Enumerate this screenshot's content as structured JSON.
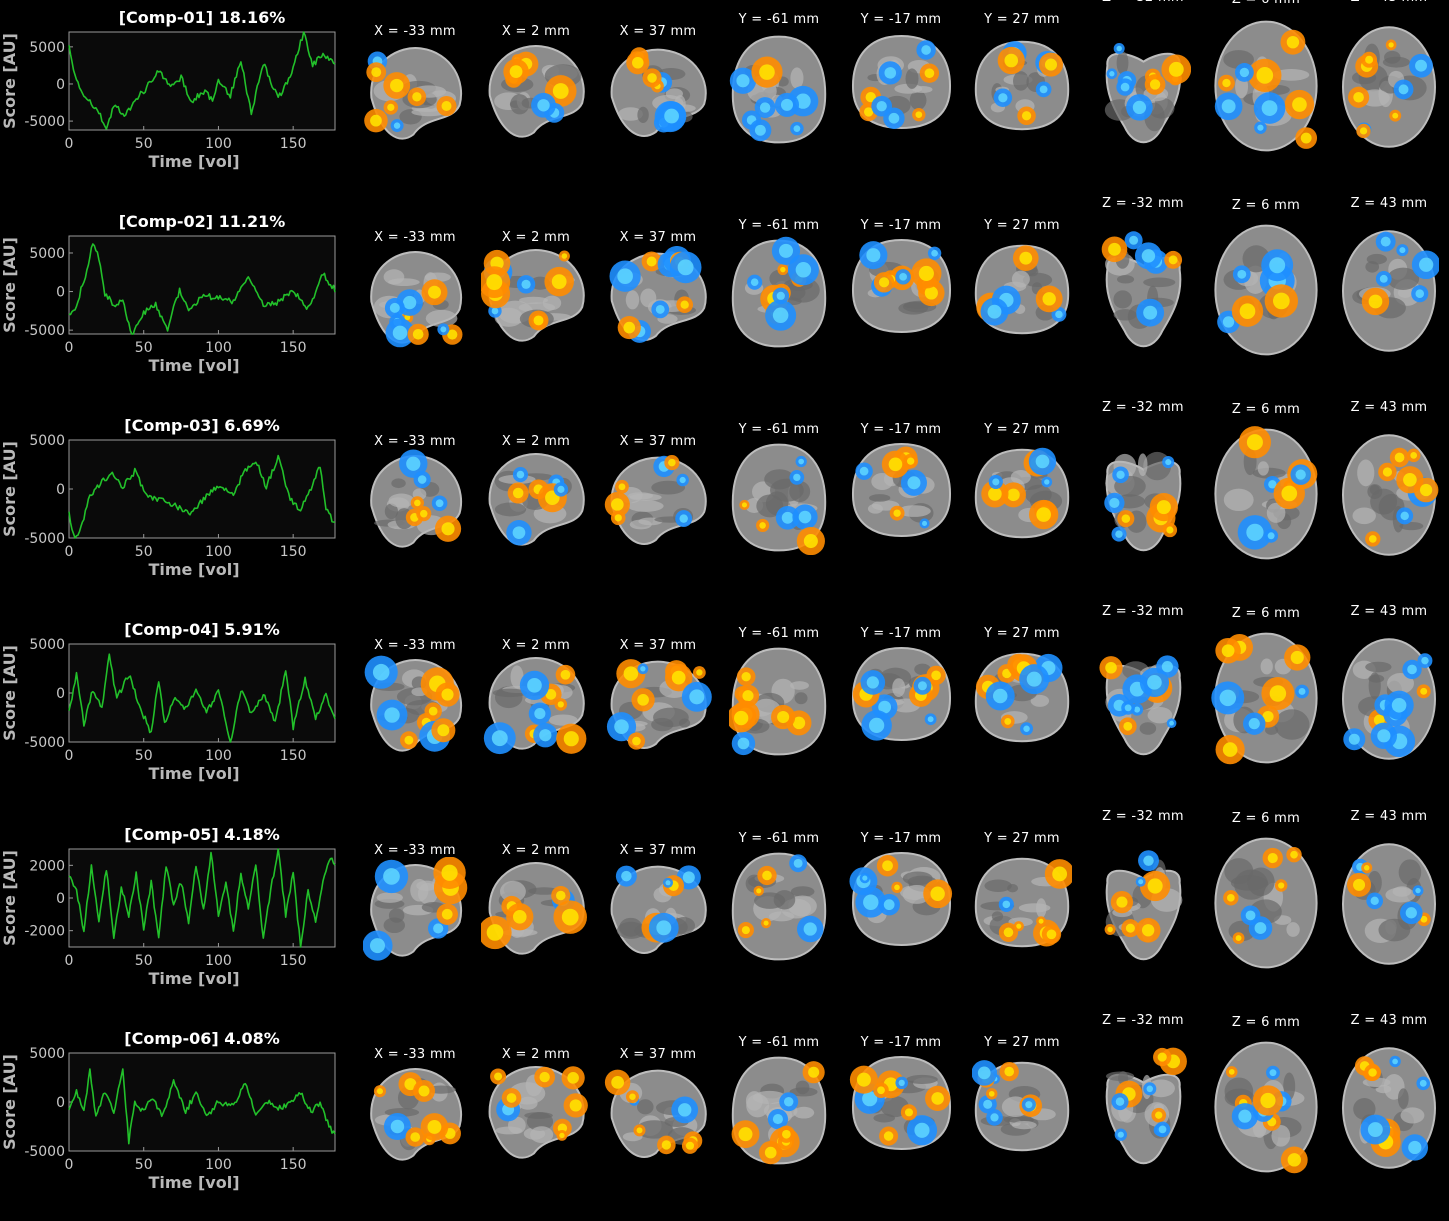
{
  "figure": {
    "ylabel": "Score [AU]",
    "xlabel": "Time [vol]",
    "slice_labels": [
      "X = -33 mm",
      "X = 2 mm",
      "X = 37 mm",
      "Y = -61 mm",
      "Y = -17 mm",
      "Y = 27 mm",
      "Z = -32 mm",
      "Z = 6 mm",
      "Z = 43 mm"
    ],
    "line_color": "#22c02a",
    "pos_color": "#ff8c00",
    "neg_color": "#1e8fff"
  },
  "chart_data": [
    {
      "type": "line",
      "title": "[Comp-01] 18.16%",
      "xlabel": "Time [vol]",
      "ylabel": "Score [AU]",
      "xlim": [
        0,
        178
      ],
      "ylim": [
        -6200,
        7000
      ],
      "xticks": [
        0,
        50,
        100,
        150
      ],
      "yticks": [
        5000,
        0,
        -5000
      ],
      "ytick_labels": [
        "5000",
        "0",
        "-5000"
      ],
      "x_key": [
        0,
        3,
        8,
        15,
        20,
        25,
        30,
        38,
        45,
        52,
        60,
        68,
        75,
        82,
        90,
        96,
        100,
        108,
        115,
        122,
        130,
        140,
        150,
        157,
        163,
        170,
        178
      ],
      "y": [
        5500,
        1500,
        -1200,
        -2500,
        -4000,
        -5800,
        -3000,
        -4200,
        -2000,
        -500,
        2000,
        -500,
        900,
        -2400,
        -1000,
        -2000,
        500,
        -1500,
        3200,
        -4000,
        2800,
        -2000,
        2000,
        7000,
        2600,
        4000,
        2500
      ]
    },
    {
      "type": "line",
      "title": "[Comp-02] 11.21%",
      "xlabel": "Time [vol]",
      "ylabel": "Score [AU]",
      "xlim": [
        0,
        178
      ],
      "ylim": [
        -5500,
        7200
      ],
      "xticks": [
        0,
        50,
        100,
        150
      ],
      "yticks": [
        5000,
        0,
        -5000
      ],
      "ytick_labels": [
        "5000",
        "0",
        "-5000"
      ],
      "x_key": [
        0,
        4,
        8,
        12,
        16,
        20,
        24,
        30,
        36,
        42,
        50,
        58,
        66,
        74,
        80,
        90,
        100,
        110,
        120,
        125,
        130,
        140,
        150,
        160,
        170,
        178
      ],
      "y": [
        -2500,
        -1800,
        1000,
        3500,
        7000,
        5000,
        500,
        -1000,
        -500,
        -5200,
        -2000,
        -1000,
        -4000,
        1000,
        -1500,
        200,
        0,
        -500,
        3000,
        1000,
        -1000,
        -600,
        1000,
        -1500,
        3000,
        1000
      ]
    },
    {
      "type": "line",
      "title": "[Comp-03] 6.69%",
      "xlabel": "Time [vol]",
      "ylabel": "Score [AU]",
      "xlim": [
        0,
        178
      ],
      "ylim": [
        -5000,
        5000
      ],
      "xticks": [
        0,
        50,
        100,
        150
      ],
      "yticks": [
        5000,
        0,
        -5000
      ],
      "ytick_labels": [
        "5000",
        "0",
        "-5000"
      ],
      "x_key": [
        0,
        4,
        8,
        14,
        20,
        28,
        36,
        44,
        52,
        60,
        70,
        80,
        90,
        100,
        110,
        118,
        125,
        132,
        140,
        148,
        155,
        162,
        168,
        172,
        178
      ],
      "y": [
        -2000,
        -4500,
        -3500,
        0,
        1000,
        2200,
        800,
        2400,
        0,
        -500,
        -1000,
        -2000,
        -500,
        1000,
        200,
        2500,
        3500,
        800,
        3800,
        -500,
        -1500,
        500,
        3000,
        -1500,
        -3000
      ]
    },
    {
      "type": "line",
      "title": "[Comp-04] 5.91%",
      "xlabel": "Time [vol]",
      "ylabel": "Score [AU]",
      "xlim": [
        0,
        178
      ],
      "ylim": [
        -5000,
        5000
      ],
      "xticks": [
        0,
        50,
        100,
        150
      ],
      "yticks": [
        5000,
        0,
        -5000
      ],
      "ytick_labels": [
        "5000",
        "0",
        "-5000"
      ],
      "x_key": [
        0,
        5,
        10,
        16,
        22,
        27,
        32,
        40,
        48,
        55,
        60,
        64,
        70,
        78,
        85,
        92,
        100,
        108,
        115,
        122,
        130,
        138,
        145,
        150,
        158,
        165,
        172,
        178
      ],
      "y": [
        -1500,
        2500,
        -2500,
        1000,
        -1000,
        4500,
        0,
        2500,
        -1000,
        -3500,
        2000,
        -2500,
        0,
        -1000,
        800,
        -1500,
        1000,
        -4500,
        1000,
        -1500,
        500,
        -2500,
        3000,
        -3000,
        2000,
        -2000,
        500,
        -2000
      ]
    },
    {
      "type": "line",
      "title": "[Comp-05] 4.18%",
      "xlabel": "Time [vol]",
      "ylabel": "Score [AU]",
      "xlim": [
        0,
        178
      ],
      "ylim": [
        -3000,
        3000
      ],
      "xticks": [
        0,
        50,
        100,
        150
      ],
      "yticks": [
        2000,
        0,
        -2000
      ],
      "ytick_labels": [
        "2000",
        "0",
        "-2000"
      ],
      "x_key": [
        0,
        5,
        10,
        15,
        20,
        25,
        30,
        35,
        40,
        45,
        50,
        55,
        60,
        65,
        70,
        75,
        80,
        85,
        90,
        95,
        100,
        105,
        110,
        115,
        120,
        125,
        130,
        135,
        140,
        145,
        150,
        155,
        160,
        165,
        170,
        175,
        178
      ],
      "y": [
        1500,
        500,
        -2000,
        2000,
        -1500,
        1800,
        -2500,
        600,
        -1000,
        1500,
        -2000,
        1000,
        -2500,
        2000,
        -500,
        1000,
        -1500,
        2000,
        -800,
        2800,
        -1000,
        1000,
        -2000,
        1500,
        -500,
        2000,
        -2500,
        500,
        3000,
        -1000,
        1500,
        -3000,
        500,
        -1500,
        1000,
        2500,
        2000
      ]
    },
    {
      "type": "line",
      "title": "[Comp-06] 4.08%",
      "xlabel": "Time [vol]",
      "ylabel": "Score [AU]",
      "xlim": [
        0,
        178
      ],
      "ylim": [
        -5000,
        5000
      ],
      "xticks": [
        0,
        50,
        100,
        150
      ],
      "yticks": [
        5000,
        0,
        -5000
      ],
      "ytick_labels": [
        "5000",
        "0",
        "-5000"
      ],
      "x_key": [
        0,
        5,
        10,
        14,
        18,
        24,
        30,
        36,
        40,
        44,
        50,
        56,
        62,
        70,
        78,
        85,
        92,
        100,
        110,
        118,
        125,
        132,
        140,
        148,
        155,
        162,
        168,
        173,
        178
      ],
      "y": [
        -500,
        1000,
        -1000,
        3200,
        -1500,
        1000,
        -1000,
        3300,
        -4000,
        0,
        -1000,
        500,
        -1500,
        2000,
        -1000,
        1000,
        -1500,
        0,
        -500,
        2000,
        -1500,
        200,
        -700,
        -200,
        1000,
        -1000,
        0,
        -2000,
        -3500
      ]
    }
  ]
}
